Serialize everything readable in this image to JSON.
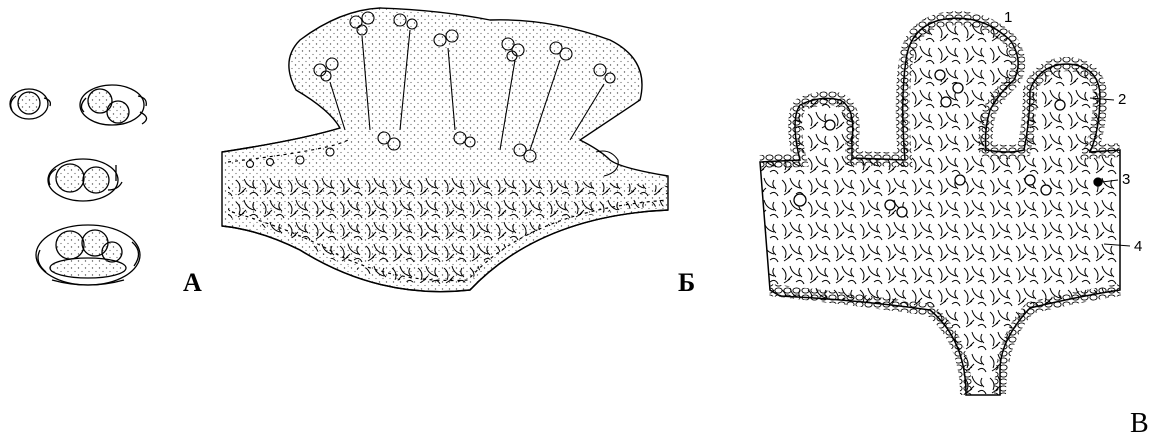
{
  "panels": {
    "a": {
      "label": "А"
    },
    "b": {
      "label": "Б"
    },
    "c": {
      "label": "В"
    }
  },
  "callouts": [
    "1",
    "2",
    "3",
    "4"
  ],
  "colors": {
    "ink": "#000000",
    "stipple": "#555555",
    "paper": "#ffffff"
  }
}
